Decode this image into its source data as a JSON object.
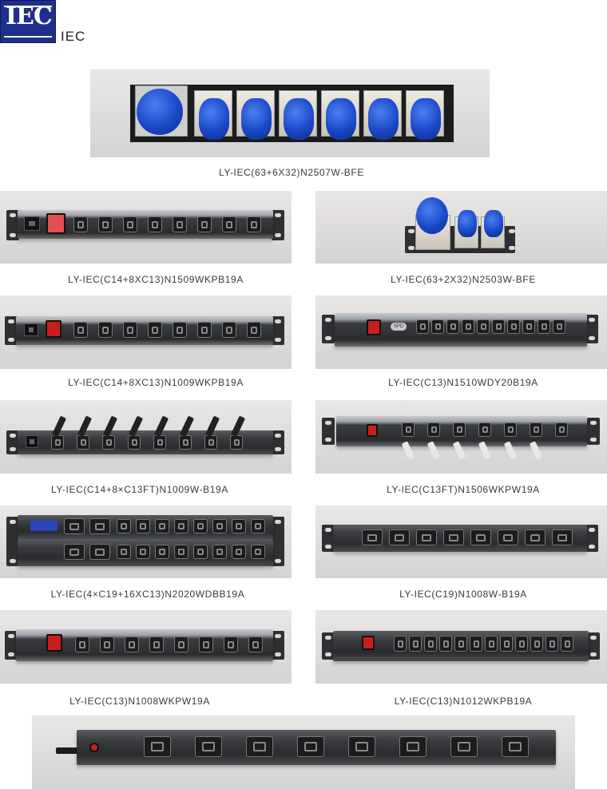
{
  "header": {
    "logo_text": "IEC",
    "brand_text": "IEC"
  },
  "products": [
    {
      "id": "p1",
      "caption": "LY-IEC(63+6X32)N2507W-BFE"
    },
    {
      "id": "p2",
      "caption": "LY-IEC(C14+8XC13)N1509WKPB19A"
    },
    {
      "id": "p3",
      "caption": "LY-IEC(63+2X32)N2503W-BFE"
    },
    {
      "id": "p4",
      "caption": "LY-IEC(C14+8XC13)N1009WKPB19A"
    },
    {
      "id": "p5",
      "caption": "LY-IEC(C13)N1510WDY20B19A"
    },
    {
      "id": "p6",
      "caption": "LY-IEC(C14+8×C13FT)N1009W-B19A"
    },
    {
      "id": "p7",
      "caption": "LY-IEC(C13FT)N1506WKPW19A"
    },
    {
      "id": "p8",
      "caption": "LY-IEC(4×C19+16XC13)N2020WDBB19A"
    },
    {
      "id": "p9",
      "caption": "LY-IEC(C19)N1008W-B19A"
    },
    {
      "id": "p10",
      "caption": "LY-IEC(C13)N1008WKPW19A"
    },
    {
      "id": "p11",
      "caption": "LY-IEC(C13)N1012WKPB19A"
    },
    {
      "id": "p12",
      "caption": ""
    }
  ],
  "labels": {
    "spd": "SPD"
  }
}
